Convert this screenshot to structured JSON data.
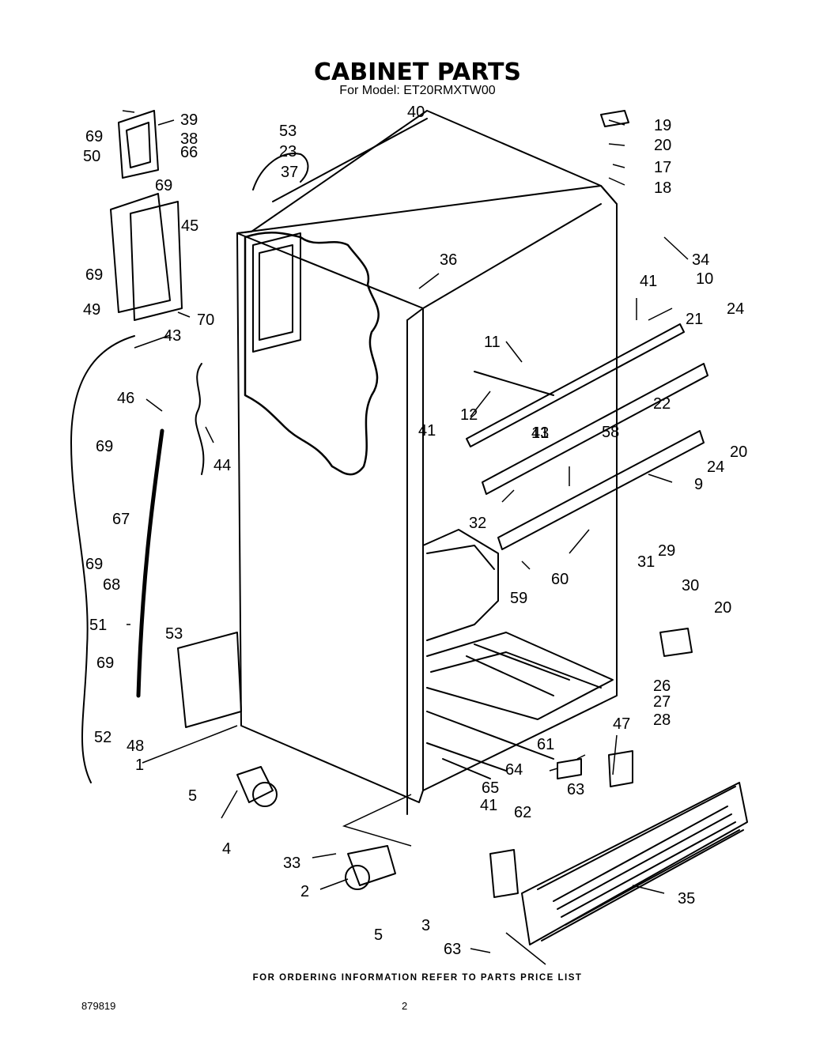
{
  "header": {
    "title": "CABINET PARTS",
    "subtitle": "For Model: ET20RMXTW00"
  },
  "footer": {
    "note": "FOR ORDERING INFORMATION REFER TO PARTS PRICE LIST",
    "doc_number": "879819",
    "page_number": "2"
  },
  "callouts": [
    "69",
    "39",
    "38",
    "53",
    "40",
    "19",
    "20",
    "66",
    "23",
    "37",
    "17",
    "50",
    "69",
    "18",
    "45",
    "34",
    "69",
    "36",
    "10",
    "41",
    "49",
    "70",
    "24",
    "43",
    "21",
    "11",
    "46",
    "12",
    "22",
    "41",
    "58",
    "20",
    "69",
    "44",
    "24",
    "13",
    "9",
    "41",
    "67",
    "32",
    "69",
    "68",
    "59",
    "60",
    "31",
    "29",
    "30",
    "20",
    "51",
    "53",
    "69",
    "26",
    "27",
    "52",
    "48",
    "28",
    "1",
    "47",
    "61",
    "64",
    "5",
    "65",
    "63",
    "41",
    "4",
    "62",
    "33",
    "35",
    "2",
    "5",
    "3",
    "63"
  ]
}
